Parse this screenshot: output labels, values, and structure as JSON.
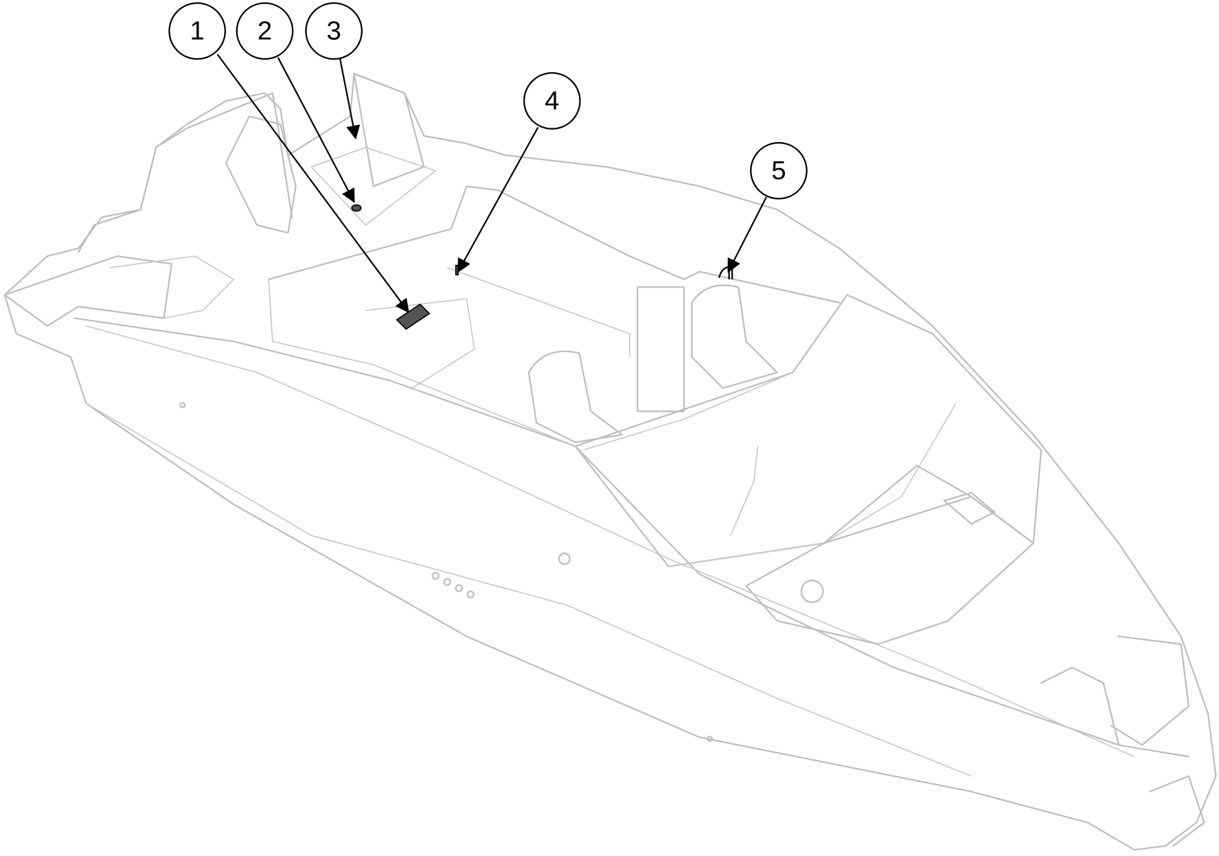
{
  "diagram": {
    "subject": "boat",
    "callouts": [
      {
        "label": "1"
      },
      {
        "label": "2"
      },
      {
        "label": "3"
      },
      {
        "label": "4"
      },
      {
        "label": "5"
      }
    ],
    "colors": {
      "outline": "#bdbdbd",
      "callout": "#000000"
    }
  }
}
